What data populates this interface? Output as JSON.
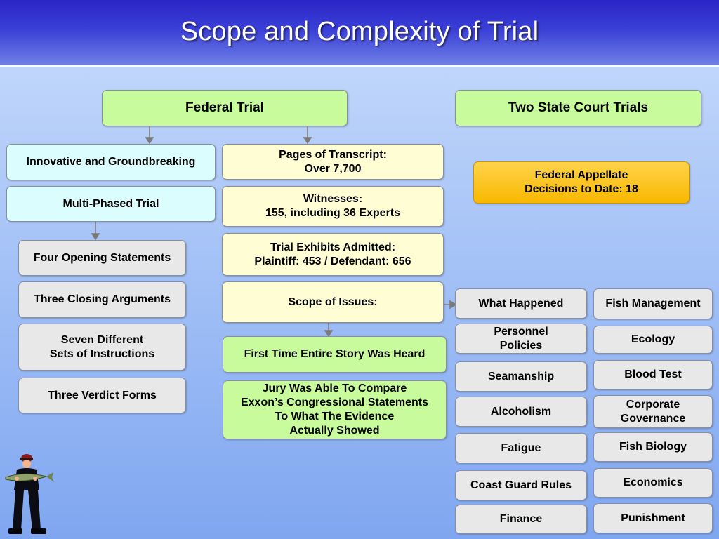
{
  "title": "Scope and Complexity of Trial",
  "heads": {
    "federal": "Federal Trial",
    "state": "Two State Court Trials"
  },
  "left": {
    "innovative": "Innovative and Groundbreaking",
    "multi_phased": "Multi-Phased Trial",
    "opening": "Four Opening Statements",
    "closing": "Three Closing Arguments",
    "instructions": "Seven Different\nSets of Instructions",
    "verdict": "Three Verdict Forms"
  },
  "middle": {
    "transcript": "Pages of Transcript:\nOver 7,700",
    "witnesses": "Witnesses:\n155, including 36 Experts",
    "exhibits": "Trial Exhibits Admitted:\nPlaintiff:  453 / Defendant:  656",
    "scope": "Scope of Issues:",
    "first_time": "First Time Entire Story Was Heard",
    "jury": "Jury Was Able To Compare\nExxon’s Congressional Statements\nTo What The Evidence\n  Actually Showed"
  },
  "appellate": "Federal Appellate\nDecisions to Date:  18",
  "issues_col1": [
    "What Happened",
    "Personnel\nPolicies",
    "Seamanship",
    "Alcoholism",
    "Fatigue",
    "Coast Guard Rules",
    "Finance"
  ],
  "issues_col2": [
    "Fish Management",
    "Ecology",
    "Blood Test",
    "Corporate\nGovernance",
    "Fish Biology",
    "Economics",
    "Punishment"
  ],
  "colors": {
    "header": "#2a25c6",
    "green_box": "#c8fb9c",
    "cyan_box": "#dcfdfe",
    "gray_box": "#e8e8e9",
    "yellow_box": "#fefdd4",
    "orange_box": "#f9b800"
  }
}
